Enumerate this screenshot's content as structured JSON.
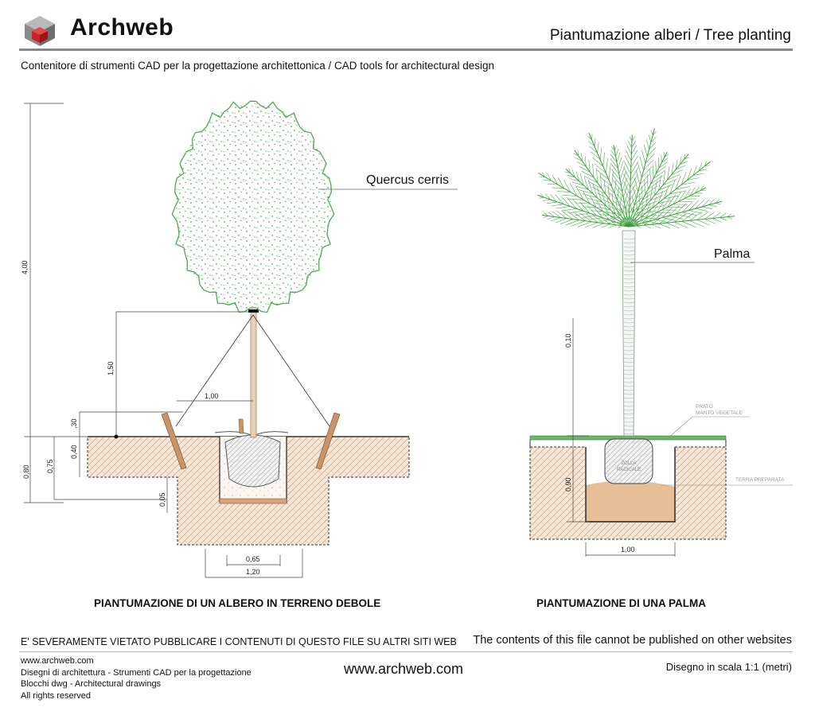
{
  "header": {
    "brand": "Archweb",
    "title": "Piantumazione alberi  /  Tree planting",
    "subtitle": "Contenitore di strumenti CAD per la progettazione architettonica  /  CAD tools for architectural design"
  },
  "drawing_left": {
    "caption": "PIANTUMAZIONE DI UN ALBERO IN TERRENO DEBOLE",
    "species_label": "Quercus cerris",
    "dimensions": {
      "total_height": "4,00",
      "height_150": "1,50",
      "width_100": "1,00",
      "d_30": ",30",
      "d_40": "0,40",
      "d_75": "0,75",
      "d_80": "0,80",
      "d_05": "0,05",
      "d_65": "0,65",
      "d_120": "1,20"
    }
  },
  "drawing_right": {
    "caption": "PIANTUMAZIONE DI UNA PALMA",
    "species_label": "Palma",
    "label_prato": "PRATO",
    "label_manto": "MANTO  VEGETALE",
    "label_terra": "TERRA  PREPARATA",
    "label_zolla_1": "ZOLLA",
    "label_zolla_2": "RADICALE",
    "dimensions": {
      "d_010": "0,10",
      "d_090": "0,90",
      "d_100": "1,00"
    }
  },
  "footer": {
    "warning_it": "E' SEVERAMENTE VIETATO PUBBLICARE I CONTENUTI DI QUESTO FILE SU ALTRI SITI WEB",
    "warning_en": "The contents of this file cannot be published on other websites",
    "left_lines": [
      "www.archweb.com",
      "Disegni di architettura - Strumenti CAD  per la progettazione",
      "Blocchi dwg - Architectural drawings",
      "All rights reserved"
    ],
    "center_url": "www.archweb.com",
    "scale_note": "Disegno in scala 1:1 (metri)"
  },
  "colors": {
    "foliage": "#4caa4c",
    "soil_fill": "#f6e7d6",
    "soil_hatch": "#c79a78",
    "trunk": "#e9cfb4",
    "grass": "#6fb36f",
    "logo_red": "#c8202a",
    "logo_grey": "#8a8a8a"
  }
}
